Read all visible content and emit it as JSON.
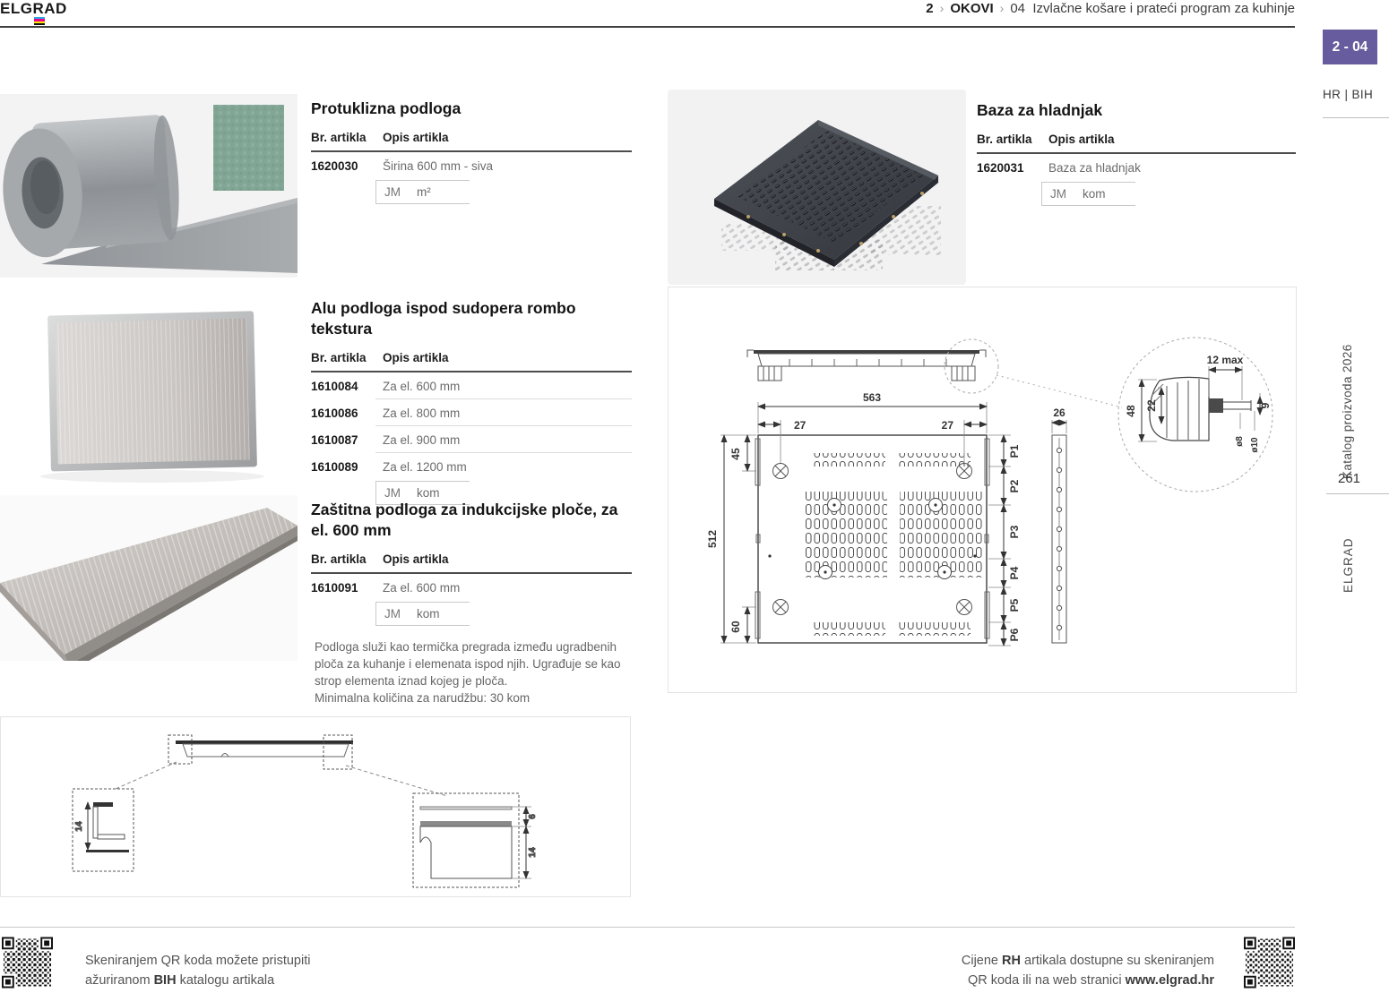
{
  "header": {
    "logo": "ELGRAD",
    "breadcrumb": {
      "part1": "2",
      "sep": "›",
      "part2": "OKOVI",
      "part3_num": "04",
      "part3": "Izvlačne košare i prateći program za kuhinje"
    }
  },
  "sidebar": {
    "badge": "2 - 04",
    "badge_color": "#675d9e",
    "lang": "HR | BIH",
    "catalog": "Katalog proizvoda 2026",
    "page_num": "261",
    "brand_vertical": "ELGRAD"
  },
  "sections": {
    "s1": {
      "title": "Protuklizna podloga",
      "col1": "Br. artikla",
      "col2": "Opis artikla",
      "row1_art": "1620030",
      "row1_desc": "Širina 600 mm - siva",
      "jm": "JM",
      "unit": "m²"
    },
    "s2": {
      "title": "Alu podloga ispod sudopera rombo tekstura",
      "col1": "Br. artikla",
      "col2": "Opis artikla",
      "rows": [
        {
          "art": "1610084",
          "desc": "Za el. 600 mm"
        },
        {
          "art": "1610086",
          "desc": "Za el. 800 mm"
        },
        {
          "art": "1610087",
          "desc": "Za el. 900 mm"
        },
        {
          "art": "1610089",
          "desc": "Za el. 1200 mm"
        }
      ],
      "jm": "JM",
      "unit": "kom"
    },
    "s3": {
      "title": "Zaštitna podloga za indukcijske ploče, za el. 600 mm",
      "col1": "Br. artikla",
      "col2": "Opis artikla",
      "row1_art": "1610091",
      "row1_desc": "Za el. 600 mm",
      "jm": "JM",
      "unit": "kom",
      "note_p1": "Podloga služi kao termička pregrada između ugradbenih ploča za kuhanje i elemenata ispod njih. Ugrađuje se kao strop elementa iznad kojeg je ploča.",
      "note_p2": "Minimalna količina za narudžbu: 30 kom"
    },
    "s4": {
      "title": "Baza za hladnjak",
      "col1": "Br. artikla",
      "col2": "Opis artikla",
      "row1_art": "1620031",
      "row1_desc": "Baza za hladnjak",
      "jm": "JM",
      "unit": "kom"
    }
  },
  "drawing": {
    "width_total": "563",
    "offset_left": "27",
    "offset_right": "27",
    "top_margin": "45",
    "height_total": "512",
    "bottom_margin": "60",
    "side_depth": "26",
    "p_labels": [
      "P1",
      "P2",
      "P3",
      "P4",
      "P5",
      "P6"
    ],
    "detail": {
      "max_width": "12 max",
      "h_outer": "48",
      "h_inner": "22",
      "pin_len": "9",
      "dia_small": "ø8",
      "dia_big": "ø10"
    }
  },
  "section_drawing": {
    "left_dim": "14",
    "right_dim_top": "6",
    "right_dim_bottom": "14"
  },
  "footer": {
    "left_line1": "Skeniranjem QR koda možete pristupiti",
    "left_line2_pre": "ažuriranom ",
    "left_line2_bold": "BIH",
    "left_line2_post": " katalogu artikala",
    "right_line1_pre": "Cijene ",
    "right_line1_bold": "RH",
    "right_line1_post": " artikala dostupne su skeniranjem",
    "right_line2_pre": "QR koda ili na web stranici ",
    "right_line2_bold": "www.elgrad.hr"
  }
}
